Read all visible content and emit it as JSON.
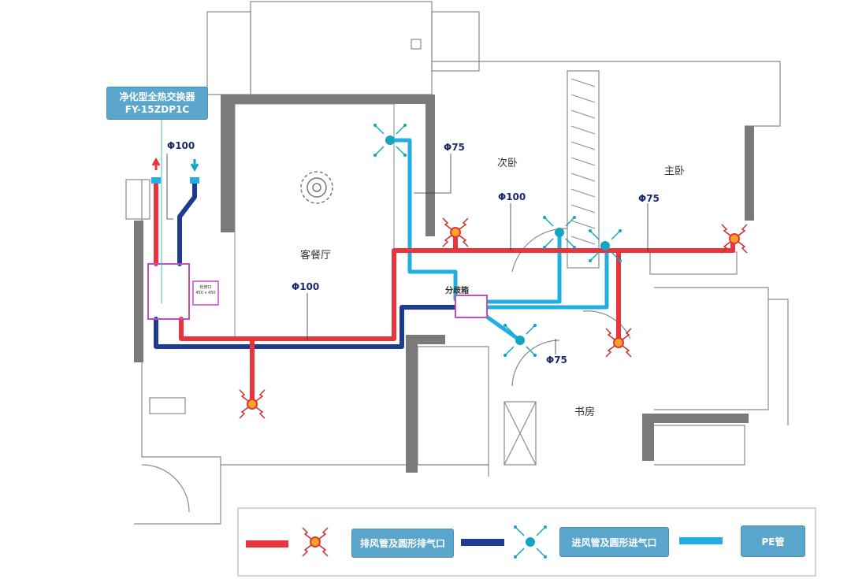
{
  "device_label": {
    "name": "净化型全热交换器",
    "model": "FY-15ZDP1C"
  },
  "access_panel": {
    "title": "检修口",
    "size": "450 x 450"
  },
  "splitter_box": "分歧箱",
  "rooms": {
    "living_dining": "客餐厅",
    "second_bedroom": "次卧",
    "master_bedroom": "主卧",
    "study": "书房"
  },
  "pipe_sizes": {
    "main": "Φ100",
    "living": "Φ100",
    "second_bedroom": "Φ100",
    "living_supply": "Φ75",
    "master": "Φ75",
    "study": "Φ75"
  },
  "legend": {
    "exhaust": "排风管及圆形排气口",
    "supply": "进风管及圆形进气口",
    "pe": "PE管"
  },
  "colors": {
    "exhaust": "#e8343a",
    "supply": "#1f3a93",
    "pe": "#22aee0",
    "wall": "#7a7a7a",
    "tag": "#5aa6cc"
  }
}
